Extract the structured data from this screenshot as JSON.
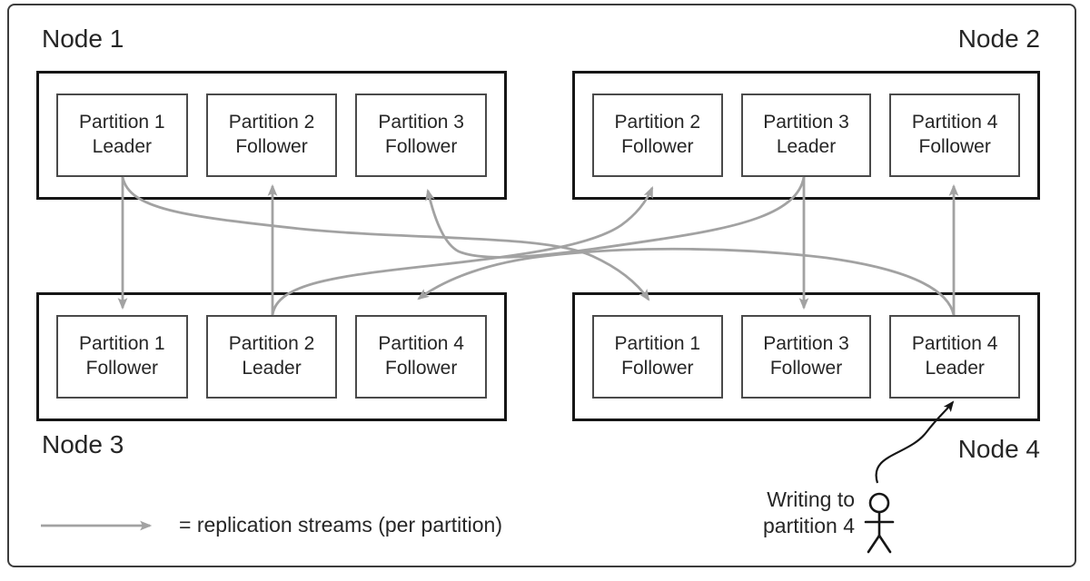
{
  "nodes": [
    {
      "label": "Node 1",
      "partitions": [
        {
          "name": "Partition 1",
          "role": "Leader"
        },
        {
          "name": "Partition 2",
          "role": "Follower"
        },
        {
          "name": "Partition 3",
          "role": "Follower"
        }
      ]
    },
    {
      "label": "Node 2",
      "partitions": [
        {
          "name": "Partition 2",
          "role": "Follower"
        },
        {
          "name": "Partition 3",
          "role": "Leader"
        },
        {
          "name": "Partition 4",
          "role": "Follower"
        }
      ]
    },
    {
      "label": "Node 3",
      "partitions": [
        {
          "name": "Partition 1",
          "role": "Follower"
        },
        {
          "name": "Partition 2",
          "role": "Leader"
        },
        {
          "name": "Partition 4",
          "role": "Follower"
        }
      ]
    },
    {
      "label": "Node 4",
      "partitions": [
        {
          "name": "Partition 1",
          "role": "Follower"
        },
        {
          "name": "Partition 3",
          "role": "Follower"
        },
        {
          "name": "Partition 4",
          "role": "Leader"
        }
      ]
    }
  ],
  "legend": {
    "text": "= replication streams (per partition)"
  },
  "writer": {
    "line1": "Writing to",
    "line2": "partition 4"
  },
  "replication_streams": [
    {
      "partition": "Partition 1",
      "leader": "Node 1",
      "followers": [
        "Node 3",
        "Node 4"
      ]
    },
    {
      "partition": "Partition 2",
      "leader": "Node 3",
      "followers": [
        "Node 1",
        "Node 2"
      ]
    },
    {
      "partition": "Partition 3",
      "leader": "Node 2",
      "followers": [
        "Node 1",
        "Node 4"
      ]
    },
    {
      "partition": "Partition 4",
      "leader": "Node 4",
      "followers": [
        "Node 2",
        "Node 3"
      ]
    }
  ],
  "colors": {
    "arrow_gray": "#a2a2a2",
    "ink": "#262626",
    "node_border": "#161616",
    "partition_border": "#4a4a4a",
    "frame_border": "#3c3c3c",
    "background": "#ffffff"
  }
}
